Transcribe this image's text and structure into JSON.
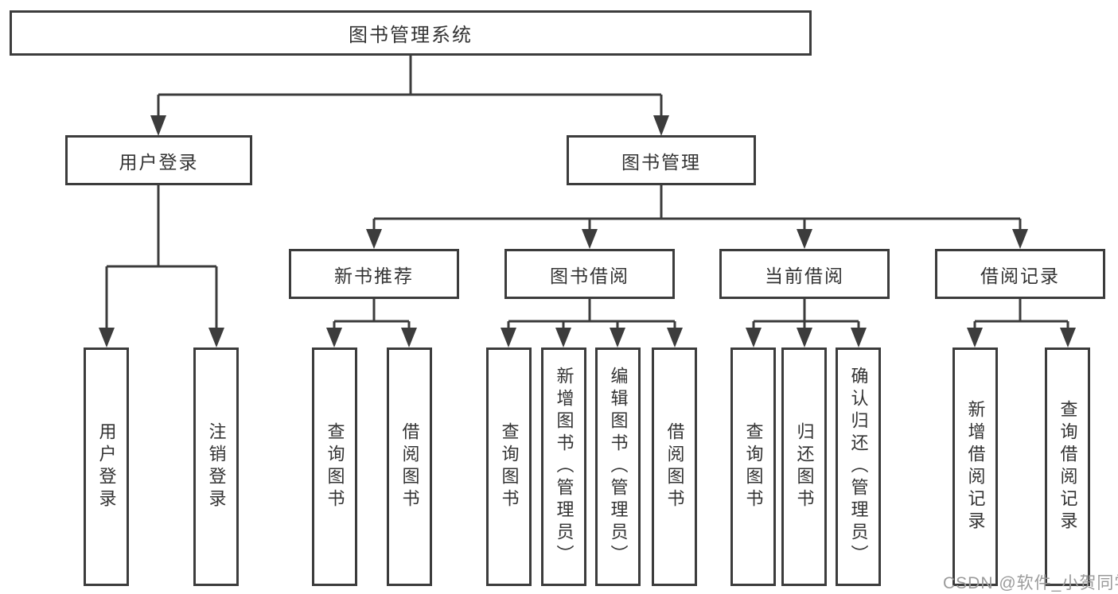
{
  "tree": {
    "root": "图书管理系统",
    "branches": [
      {
        "label": "用户登录",
        "children": [
          "用户登录",
          "注销登录"
        ]
      },
      {
        "label": "图书管理",
        "groups": [
          {
            "label": "新书推荐",
            "children": [
              "查询图书",
              "借阅图书"
            ]
          },
          {
            "label": "图书借阅",
            "children": [
              "查询图书",
              "新增图书（管理员）",
              "编辑图书（管理员）",
              "借阅图书"
            ]
          },
          {
            "label": "当前借阅",
            "children": [
              "查询图书",
              "归还图书",
              "确认归还（管理员）"
            ]
          },
          {
            "label": "借阅记录",
            "children": [
              "新增借阅记录",
              "查询借阅记录"
            ]
          }
        ]
      }
    ]
  },
  "watermark": {
    "text": "CSDN @软件_小贺同学"
  },
  "colors": {
    "line": "#3c3c3c",
    "text": "#333333",
    "watermark": "#9b9b9b",
    "background": "#ffffff"
  }
}
